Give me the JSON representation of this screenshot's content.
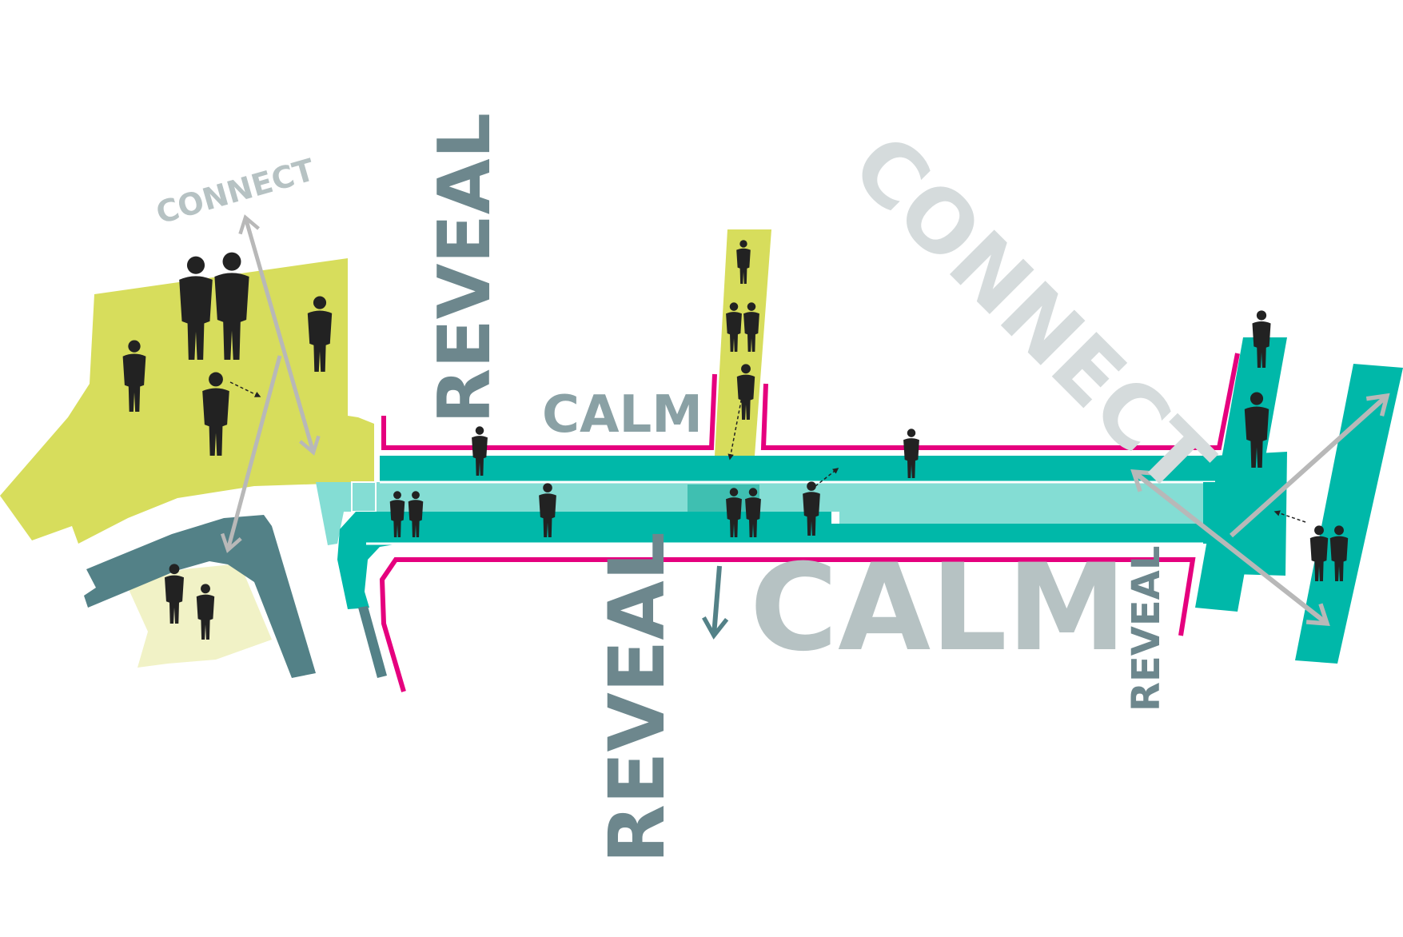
{
  "labels": {
    "connect_small": "CONNECT",
    "connect_large": "CONNECT",
    "reveal_top": "REVEAL",
    "reveal_bottom": "REVEAL",
    "reveal_right": "REVEAL",
    "calm_small": "CALM",
    "calm_large": "CALM"
  },
  "colors": {
    "lime": "#d7dd5c",
    "pale_lime": "#f1f2c6",
    "teal": "#00b8a9",
    "light_teal": "#84ddd4",
    "mid_teal": "#3fbfb1",
    "slate": "#538187",
    "magenta": "#e5007e",
    "arrow_grey": "#b8b8b8",
    "text_slate": "#6d878d",
    "text_grey": "#b6c2c3",
    "text_light": "#d5dbdc",
    "figure": "#222222"
  },
  "icons": {
    "people": "person-silhouette-icon",
    "arrows": "double-headed-arrow-icon"
  }
}
